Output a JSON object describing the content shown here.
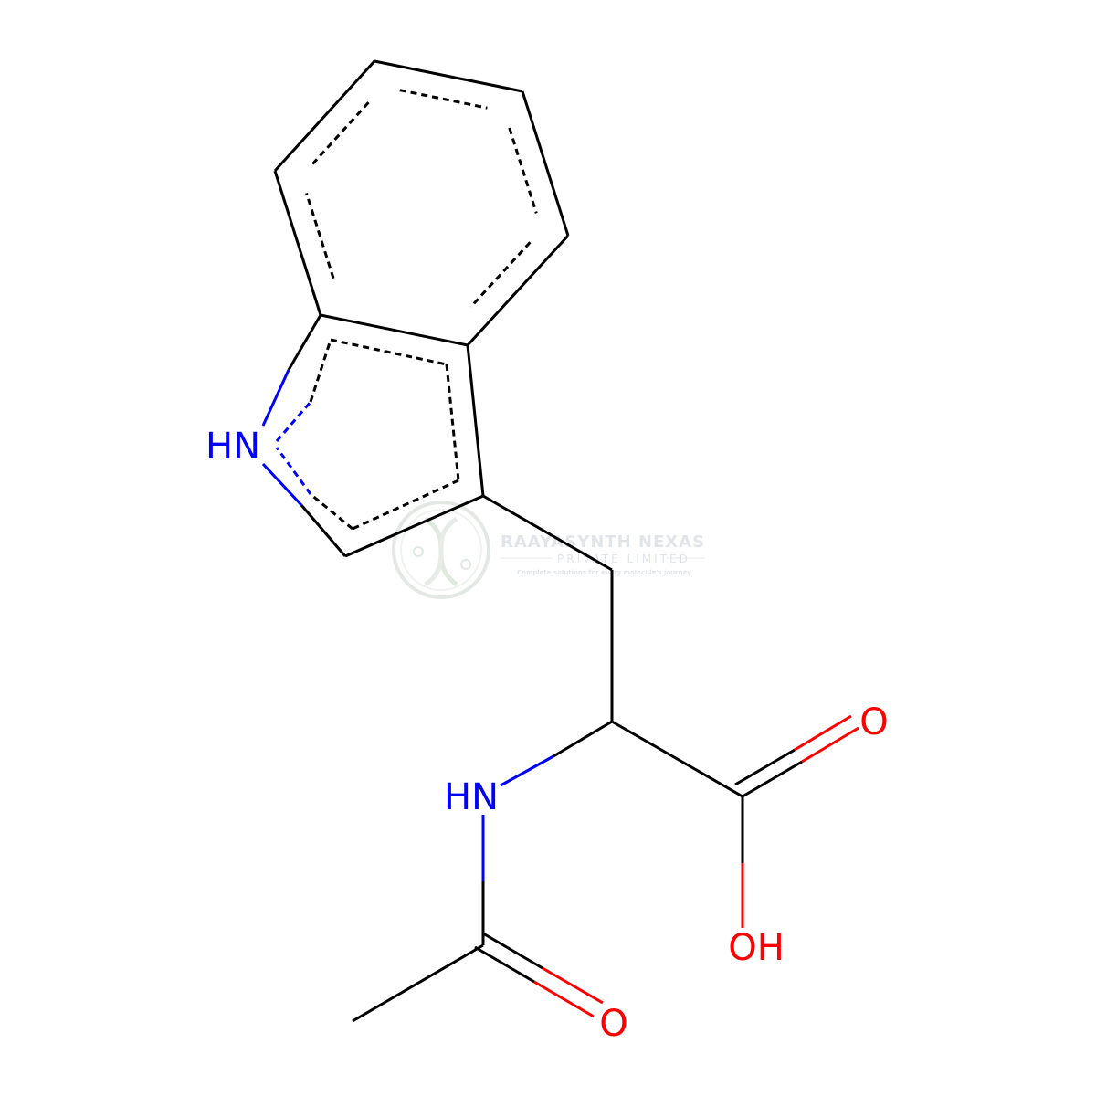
{
  "diagram": {
    "type": "skeletal-structure",
    "colors": {
      "carbon_bond": "#000000",
      "nitrogen": "#0000ff",
      "oxygen": "#ff0000",
      "watermark": "#cfd6cf",
      "background": "#ffffff"
    },
    "atom_labels": {
      "indole_nh": "HN",
      "amide_nh": "HN",
      "carbonyl_o_acid": "O",
      "hydroxyl": "OH",
      "carbonyl_o_amide": "O"
    },
    "bonds": [
      {
        "from": "C4a",
        "to": "C5",
        "order": "aromatic"
      },
      {
        "from": "C5",
        "to": "C6",
        "order": "aromatic"
      },
      {
        "from": "C6",
        "to": "C7",
        "order": "aromatic"
      },
      {
        "from": "C7",
        "to": "C7a",
        "order": "aromatic"
      },
      {
        "from": "C7a",
        "to": "C3a",
        "order": "aromatic"
      },
      {
        "from": "C3a",
        "to": "C4a",
        "order": "aromatic"
      },
      {
        "from": "C7a",
        "to": "N1",
        "order": "aromatic"
      },
      {
        "from": "N1",
        "to": "C2",
        "order": "aromatic"
      },
      {
        "from": "C2",
        "to": "C3",
        "order": "aromatic"
      },
      {
        "from": "C3",
        "to": "C3a",
        "order": "aromatic"
      },
      {
        "from": "C3",
        "to": "CB",
        "order": "single"
      },
      {
        "from": "CB",
        "to": "CA",
        "order": "single"
      },
      {
        "from": "CA",
        "to": "Namide",
        "order": "single"
      },
      {
        "from": "CA",
        "to": "Cacid",
        "order": "single"
      },
      {
        "from": "Cacid",
        "to": "Oacid",
        "order": "double"
      },
      {
        "from": "Cacid",
        "to": "OH",
        "order": "single"
      },
      {
        "from": "Namide",
        "to": "Camide",
        "order": "single"
      },
      {
        "from": "Camide",
        "to": "Oamide",
        "order": "double"
      },
      {
        "from": "Camide",
        "to": "CH3",
        "order": "single"
      }
    ]
  },
  "watermark": {
    "company": "RAAYASYNTH NEXAS",
    "subtitle": "PRIVATE LIMITED",
    "tagline": "Complete solutions for every molecule's journey",
    "logo_icon": "dna-helix-icon"
  }
}
